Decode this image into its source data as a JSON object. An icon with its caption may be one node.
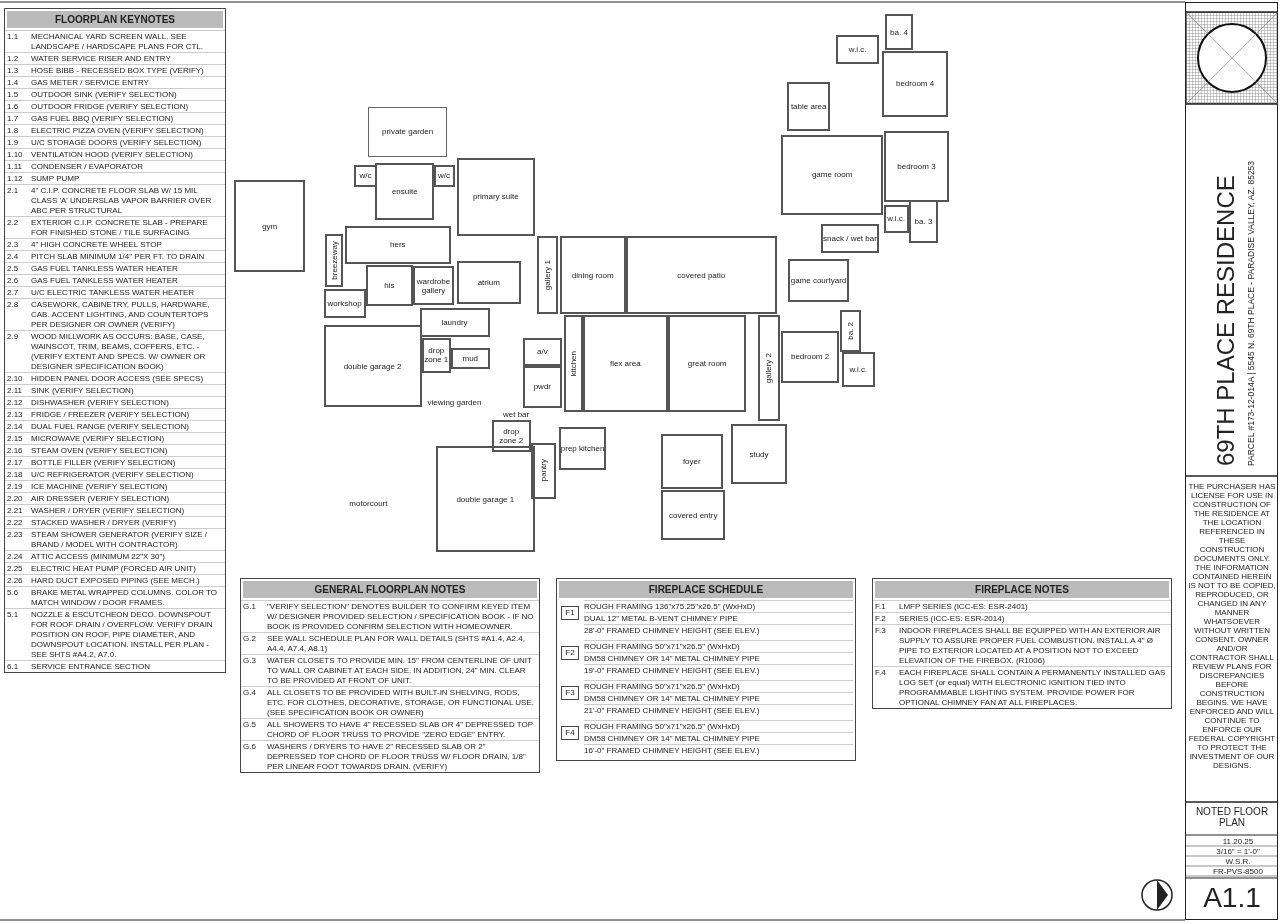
{
  "diagram": {
    "title": "69TH PLACE RESIDENCE",
    "nodes": [
      {
        "text": [
          "private garden"
        ]
      },
      {
        "text": [
          "w/c"
        ]
      },
      {
        "text": [
          "ensuite"
        ]
      },
      {
        "text": [
          "w/c"
        ]
      },
      {
        "text": [
          "primary suite"
        ]
      },
      {
        "text": [
          "gym"
        ]
      },
      {
        "text": [
          "hers"
        ]
      },
      {
        "text": [
          "breezeway"
        ]
      },
      {
        "text": [
          "wardrobe gallery"
        ]
      },
      {
        "text": [
          "atrium"
        ]
      },
      {
        "text": [
          "his"
        ]
      },
      {
        "text": [
          "workshop"
        ]
      },
      {
        "text": [
          "laundry"
        ]
      },
      {
        "text": [
          "double garage 2"
        ]
      },
      {
        "text": [
          "drop zone 1"
        ]
      },
      {
        "text": [
          "mud"
        ]
      },
      {
        "text": [
          "gallery 1"
        ]
      },
      {
        "text": [
          "dining room"
        ]
      },
      {
        "text": [
          "covered patio"
        ]
      },
      {
        "text": [
          "table area"
        ]
      },
      {
        "text": [
          "ba. 4"
        ]
      },
      {
        "text": [
          "w.i.c."
        ]
      },
      {
        "text": [
          "bedroom 4"
        ]
      },
      {
        "text": [
          "game room"
        ]
      },
      {
        "text": [
          "bedroom 3"
        ]
      },
      {
        "text": [
          "w.i.c."
        ]
      },
      {
        "text": [
          "ba. 3"
        ]
      },
      {
        "text": [
          "snack / wet bar"
        ]
      },
      {
        "text": [
          "game courtyard"
        ]
      },
      {
        "text": [
          "a/v"
        ]
      },
      {
        "text": [
          "pwdr"
        ]
      },
      {
        "text": [
          "kitchen"
        ]
      },
      {
        "text": [
          "flex area"
        ]
      },
      {
        "text": [
          "great room"
        ]
      },
      {
        "text": [
          "gallery 2"
        ]
      },
      {
        "text": [
          "ba. 2"
        ]
      },
      {
        "text": [
          "bedroom 2"
        ]
      },
      {
        "text": [
          "w.i.c."
        ]
      },
      {
        "text": [
          "drop zone 2"
        ]
      },
      {
        "text": [
          "pantry"
        ]
      },
      {
        "text": [
          "prep kitchen"
        ]
      },
      {
        "text": [
          "foyer"
        ]
      },
      {
        "text": [
          "study"
        ]
      },
      {
        "text": [
          "covered entry"
        ]
      },
      {
        "text": [
          "double garage 1"
        ]
      }
    ],
    "labels": [
      "viewing garden",
      "wet bar",
      "motorcourt",
      "FLOORPLAN KEYNOTES",
      "1.1",
      "MECHANICAL YARD SCREEN WALL. SEE LANDSCAPE / HARDSCAPE PLANS FOR CTL.",
      "1.2",
      "WATER SERVICE RISER AND ENTRY",
      "1.3",
      "HOSE BIBB - RECESSED BOX TYPE (VERIFY)",
      "1.4",
      "GAS METER / SERVICE ENTRY",
      "1.5",
      "OUTDOOR SINK (VERIFY SELECTION)",
      "1.6",
      "OUTDOOR FRIDGE (VERIFY SELECTION)",
      "1.7",
      "GAS FUEL BBQ (VERIFY SELECTION)",
      "1.8",
      "ELECTRIC PIZZA OVEN (VERIFY SELECTION)",
      "1.9",
      "U/C STORAGE DOORS (VERIFY SELECTION)",
      "1.10",
      "VENTILATION HOOD (VERIFY SELECTION)",
      "1.11",
      "CONDENSER / EVAPORATOR",
      "1.12",
      "SUMP PUMP",
      "2.1",
      "4\" C.I.P. CONCRETE FLOOR SLAB W/ 15 MIL CLASS 'A' UNDERSLAB VAPOR BARRIER OVER ABC PER STRUCTURAL",
      "2.2",
      "EXTERIOR C.I.P. CONCRETE SLAB - PREPARE FOR FINISHED STONE / TILE SURFACING",
      "2.3",
      "4\" HIGH CONCRETE WHEEL STOP",
      "2.4",
      "PITCH SLAB MINIMUM 1/4\" PER FT. TO DRAIN",
      "2.5",
      "GAS FUEL TANKLESS WATER HEATER",
      "2.6",
      "GAS FUEL TANKLESS WATER HEATER",
      "2.7",
      "U/C ELECTRIC TANKLESS WATER HEATER",
      "2.8",
      "CASEWORK, CABINETRY, PULLS, HARDWARE, CAB. ACCENT LIGHTING, AND COUNTERTOPS PER DESIGNER OR OWNER (VERIFY)",
      "2.9",
      "WOOD MILLWORK AS OCCURS: BASE, CASE, WAINSCOT, TRIM, BEAMS, COFFERS, ETC. - (VERIFY EXTENT AND SPECS. W/ OWNER OR DESIGNER SPECIFICATION BOOK)",
      "2.10",
      "HIDDEN PANEL DOOR ACCESS (SEE SPECS)",
      "2.11",
      "SINK (VERIFY SELECTION)",
      "2.12",
      "DISHWASHER (VERIFY SELECTION)",
      "2.13",
      "FRIDGE / FREEZER (VERIFY SELECTION)",
      "2.14",
      "DUAL FUEL RANGE (VERIFY SELECTION)",
      "2.15",
      "MICROWAVE (VERIFY SELECTION)",
      "2.16",
      "STEAM OVEN (VERIFY SELECTION)",
      "2.17",
      "BOTTLE FILLER (VERIFY SELECTION)",
      "2.18",
      "U/C REFRIGERATOR (VERIFY SELECTION)",
      "2.19",
      "ICE MACHINE (VERIFY SELECTION)",
      "2.20",
      "AIR DRESSER (VERIFY SELECTION)",
      "2.21",
      "WASHER / DRYER (VERIFY SELECTION)",
      "2.22",
      "STACKED WASHER / DRYER (VERIFY)",
      "2.23",
      "STEAM SHOWER GENERATOR (VERIFY SIZE / BRAND / MODEL WITH CONTRACTOR)",
      "2.24",
      "ATTIC ACCESS (MINIMUM 22\"X 30\")",
      "2.25",
      "ELECTRIC HEAT PUMP (FORCED AIR UNIT)",
      "2.26",
      "HARD DUCT EXPOSED PIPING (SEE MECH.)",
      "5.6",
      "BRAKE METAL WRAPPED COLUMNS. COLOR TO MATCH WINDOW / DOOR FRAMES.",
      "5.1",
      "NOZZLE & ESCUTCHEON DECO. DOWNSPOUT FOR ROOF DRAIN / OVERFLOW. VERIFY DRAIN POSITION ON ROOF, PIPE DIAMETER, AND DOWNSPOUT LOCATION. INSTALL PER PLAN - SEE SHTS #A4.2, A7.0.",
      "6.1",
      "SERVICE ENTRANCE SECTION",
      "GENERAL FLOORPLAN NOTES",
      "G.1",
      "\"VERIFY SELECTION\" DENOTES BUILDER TO CONFIRM KEYED ITEM W/ DESIGNER PROVIDED SELECTION / SPECIFICATION BOOK - IF NO BOOK IS PROVIDED CONFIRM SELECTION WITH HOMEOWNER.",
      "G.2",
      "SEE WALL SCHEDULE PLAN FOR WALL DETAILS (SHTS #A1.4, A2.4, A4.4, A7.4, A8.1)",
      "G.3",
      "WATER CLOSETS TO PROVIDE MIN. 15\" FROM CENTERLINE OF UNIT TO WALL OR CABINET AT EACH SIDE. IN ADDITION, 24\" MIN. CLEAR TO BE PROVIDED AT FRONT OF UNIT.",
      "G.4",
      "ALL CLOSETS TO BE PROVIDED WITH BUILT-IN SHELVING, RODS, ETC. FOR CLOTHES, DECORATIVE, STORAGE, OR FUNCTIONAL USE. (SEE SPECIFICATION BOOK OR OWNER)",
      "G.5",
      "ALL SHOWERS TO HAVE 4\" RECESSED SLAB OR 4\" DEPRESSED TOP CHORD OF FLOOR TRUSS TO PROVIDE \"ZERO EDGE\" ENTRY.",
      "G.6",
      "WASHERS / DRYERS TO HAVE 2\" RECESSED SLAB OR 2\" DEPRESSED TOP CHORD OF FLOOR TRUSS W/ FLOOR DRAIN, 1/8\" PER LINEAR FOOT TOWARDS DRAIN. (VERIFY)",
      "FIREPLACE SCHEDULE",
      "F1",
      "ROUGH FRAMING 136\"x75.25\"x26.5\" (WxHxD)",
      "DUAL 12\" METAL B-VENT CHIMNEY PIPE",
      "28'-0\" FRAMED CHIMNEY HEIGHT (SEE ELEV.)",
      "F2",
      "ROUGH FRAMING 50\"x71\"x26.5\" (WxHxD)",
      "DM58 CHIMNEY OR 14\" METAL CHIMNEY PIPE",
      "19'-0\" FRAMED CHIMNEY HEIGHT (SEE ELEV.)",
      "F3",
      "ROUGH FRAMING 50\"x71\"x26.5\" (WxHxD)",
      "DM58 CHIMNEY OR 14\" METAL CHIMNEY PIPE",
      "21'-0\" FRAMED CHIMNEY HEIGHT (SEE ELEV.)",
      "F4",
      "ROUGH FRAMING 50\"x71\"x26.5\" (WxHxD)",
      "DM58 CHIMNEY OR 14\" METAL CHIMNEY PIPE",
      "16'-0\" FRAMED CHIMNEY HEIGHT (SEE ELEV.)",
      "FIREPLACE NOTES",
      "F.1",
      "LMFP SERIES (ICC-ES: ESR-2401)",
      "F.2",
      "SERIES (ICC-ES: ESR-2014)",
      "F.3",
      "INDOOR FIREPLACES SHALL BE EQUIPPED WITH AN EXTERIOR AIR SUPPLY TO ASSURE PROPER FUEL COMBUSTION. INSTALL A 4\" Ø PIPE TO EXTERIOR LOCATED AT A POSITION NOT TO EXCEED ELEVATION OF THE FIREBOX. (R1006)",
      "F.4",
      "EACH FIREPLACE SHALL CONTAIN A PERMANENTLY INSTALLED GAS LOG SET (or equal) WITH ELECTRONIC IGNITION TIED INTO PROGRAMMABLE LIGHTING SYSTEM. PROVIDE POWER FOR OPTIONAL CHIMNEY FAN AT ALL FIREPLACES.",
      "THE PURCHASER HAS LICENSE FOR USE IN CONSTRUCTION OF THE RESIDENCE AT THE LOCATION REFERENCED IN THESE CONSTRUCTION DOCUMENTS ONLY. THE INFORMATION CONTAINED HEREIN IS NOT TO BE COPIED, REPRODUCED, OR CHANGED IN ANY MANNER WHATSOEVER WITHOUT WRITTEN CONSENT. OWNER AND/OR CONTRACTOR SHALL REVIEW PLANS FOR DISCREPANCIES BEFORE CONSTRUCTION BEGINS. WE HAVE ENFORCED AND WILL CONTINUE TO ENFORCE OUR FEDERAL COPYRIGHT TO PROTECT THE INVESTMENT OF OUR DESIGNS.",
      "NOTED FLOOR PLAN",
      "11.20.25",
      "3/16\" = 1'-0\"",
      "W.S.R.",
      "FR-PVS-8500",
      "A1.1",
      "PARCEL #173-12-014A | 5545 N. 69TH PLACE - PARADISE VALLEY, AZ. 85253"
    ]
  }
}
